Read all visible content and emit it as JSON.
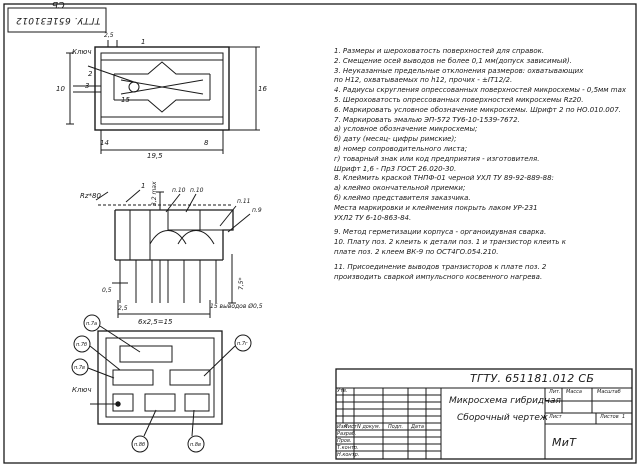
{
  "stamp": "ТГТУ. 651Е31012 СБ",
  "top_view": {
    "callout_key": "Ключ",
    "pos_1": "1",
    "pos_2": "2",
    "pos_3": "3",
    "pos_15": "15",
    "pin_14": "14",
    "pin_8": "8",
    "dim_height_10": "10",
    "dim_height_16": "16",
    "dim_width_19_5": "19,5",
    "dim_pitch": "2,5"
  },
  "side_view": {
    "roughness_mark": "Rz*80",
    "pos_1": "1",
    "roughness_n10": "п.10",
    "roughness_n10_b": "п.10",
    "roughness_n11": "п.11",
    "note_n9": "п.9",
    "dim_height_3_2": "3,2 max",
    "dim_lead_length": "7,5*",
    "dim_lead_width": "0,5",
    "dim_lead_pitch": "2,5",
    "dim_pin_span": "6х2,5=15",
    "leads_label": "15 выводов Ø0,5"
  },
  "bottom_view": {
    "callout_key": "Ключ",
    "n7a": "п.7а",
    "n7b": "п.7б",
    "n7v": "п.7в",
    "n7g": "п.7г",
    "n8b": "п.8б",
    "n8v": "п.8в"
  },
  "notes": [
    "1. Размеры и шероховатость поверхностей для справок.",
    "2. Смещение осей выводов не более 0,1 мм(допуск зависимый).",
    "3. Неуказанные предельные отклонения размеров: охватывающих",
    "    по Н12, охватываемых по h12, прочих - ±IT12/2.",
    "4. Радиусы скругления опрессованных поверхностей микросхемы - 0,5мм max",
    "5. Шероховатость опрессованных поверхностей микросхемы Rz20.",
    "6. Маркировать условное обозначение микросхемы. Шрифт 2 по НО.010.007.",
    "7. Маркировать эмалью ЭП-572 ТУ6-10-1539-7672.",
    "    а) условное обозначение микросхемы;",
    "    б) дату (месяц- цифры римские);",
    "    в) номер сопроводительного листа;",
    "    г) товарный знак или код предприятия - изготовителя.",
    "    Шрифт 1,6 - Пр3 ГОСТ 26.020-30.",
    "8. Клеймить краской ТНПФ-01 черной УХЛ ТУ 89-92-889-88:",
    "    а) клеймо окончательной приемки;",
    "    б) клеймо представителя заказчика.",
    "    Места маркировки и клеймения покрыть лаком УР-231",
    "    УХЛ2 ТУ 6-10-863-84.",
    "9. Метод герметизации корпуса - органоидувная сварка.",
    "10. Плату поз. 2 клеить к детали поз. 1 и транзистор клеить к",
    "     плате поз. 2 клеем ВК-9 по ОСТ4ГО.054.210.",
    "11. Присоединение выводов транзисторов к плате поз. 2",
    "     производить сваркой импульсного косвенного нагрева."
  ],
  "title_block": {
    "designation": "ТГТУ. 651181.012 СБ",
    "name_line1": "Микросхема гибридная",
    "name_line2": "Сборочный чертеж",
    "organization": "МиТ",
    "col_izm": "Изм",
    "col_list": "Лист",
    "col_doc": "N докум.",
    "col_sign": "Подп.",
    "col_date": "Дата",
    "row_razrab": "Разраб.",
    "row_prov": "Пров.",
    "row_tkontr": "Т.контр.",
    "row_nkontr": "Н.контр.",
    "row_utv": "Утв.",
    "lit": "Лит.",
    "mass": "Масса",
    "scale": "Масштаб",
    "sheet": "Лист",
    "sheets": "Листов",
    "sheets_count": "1"
  }
}
